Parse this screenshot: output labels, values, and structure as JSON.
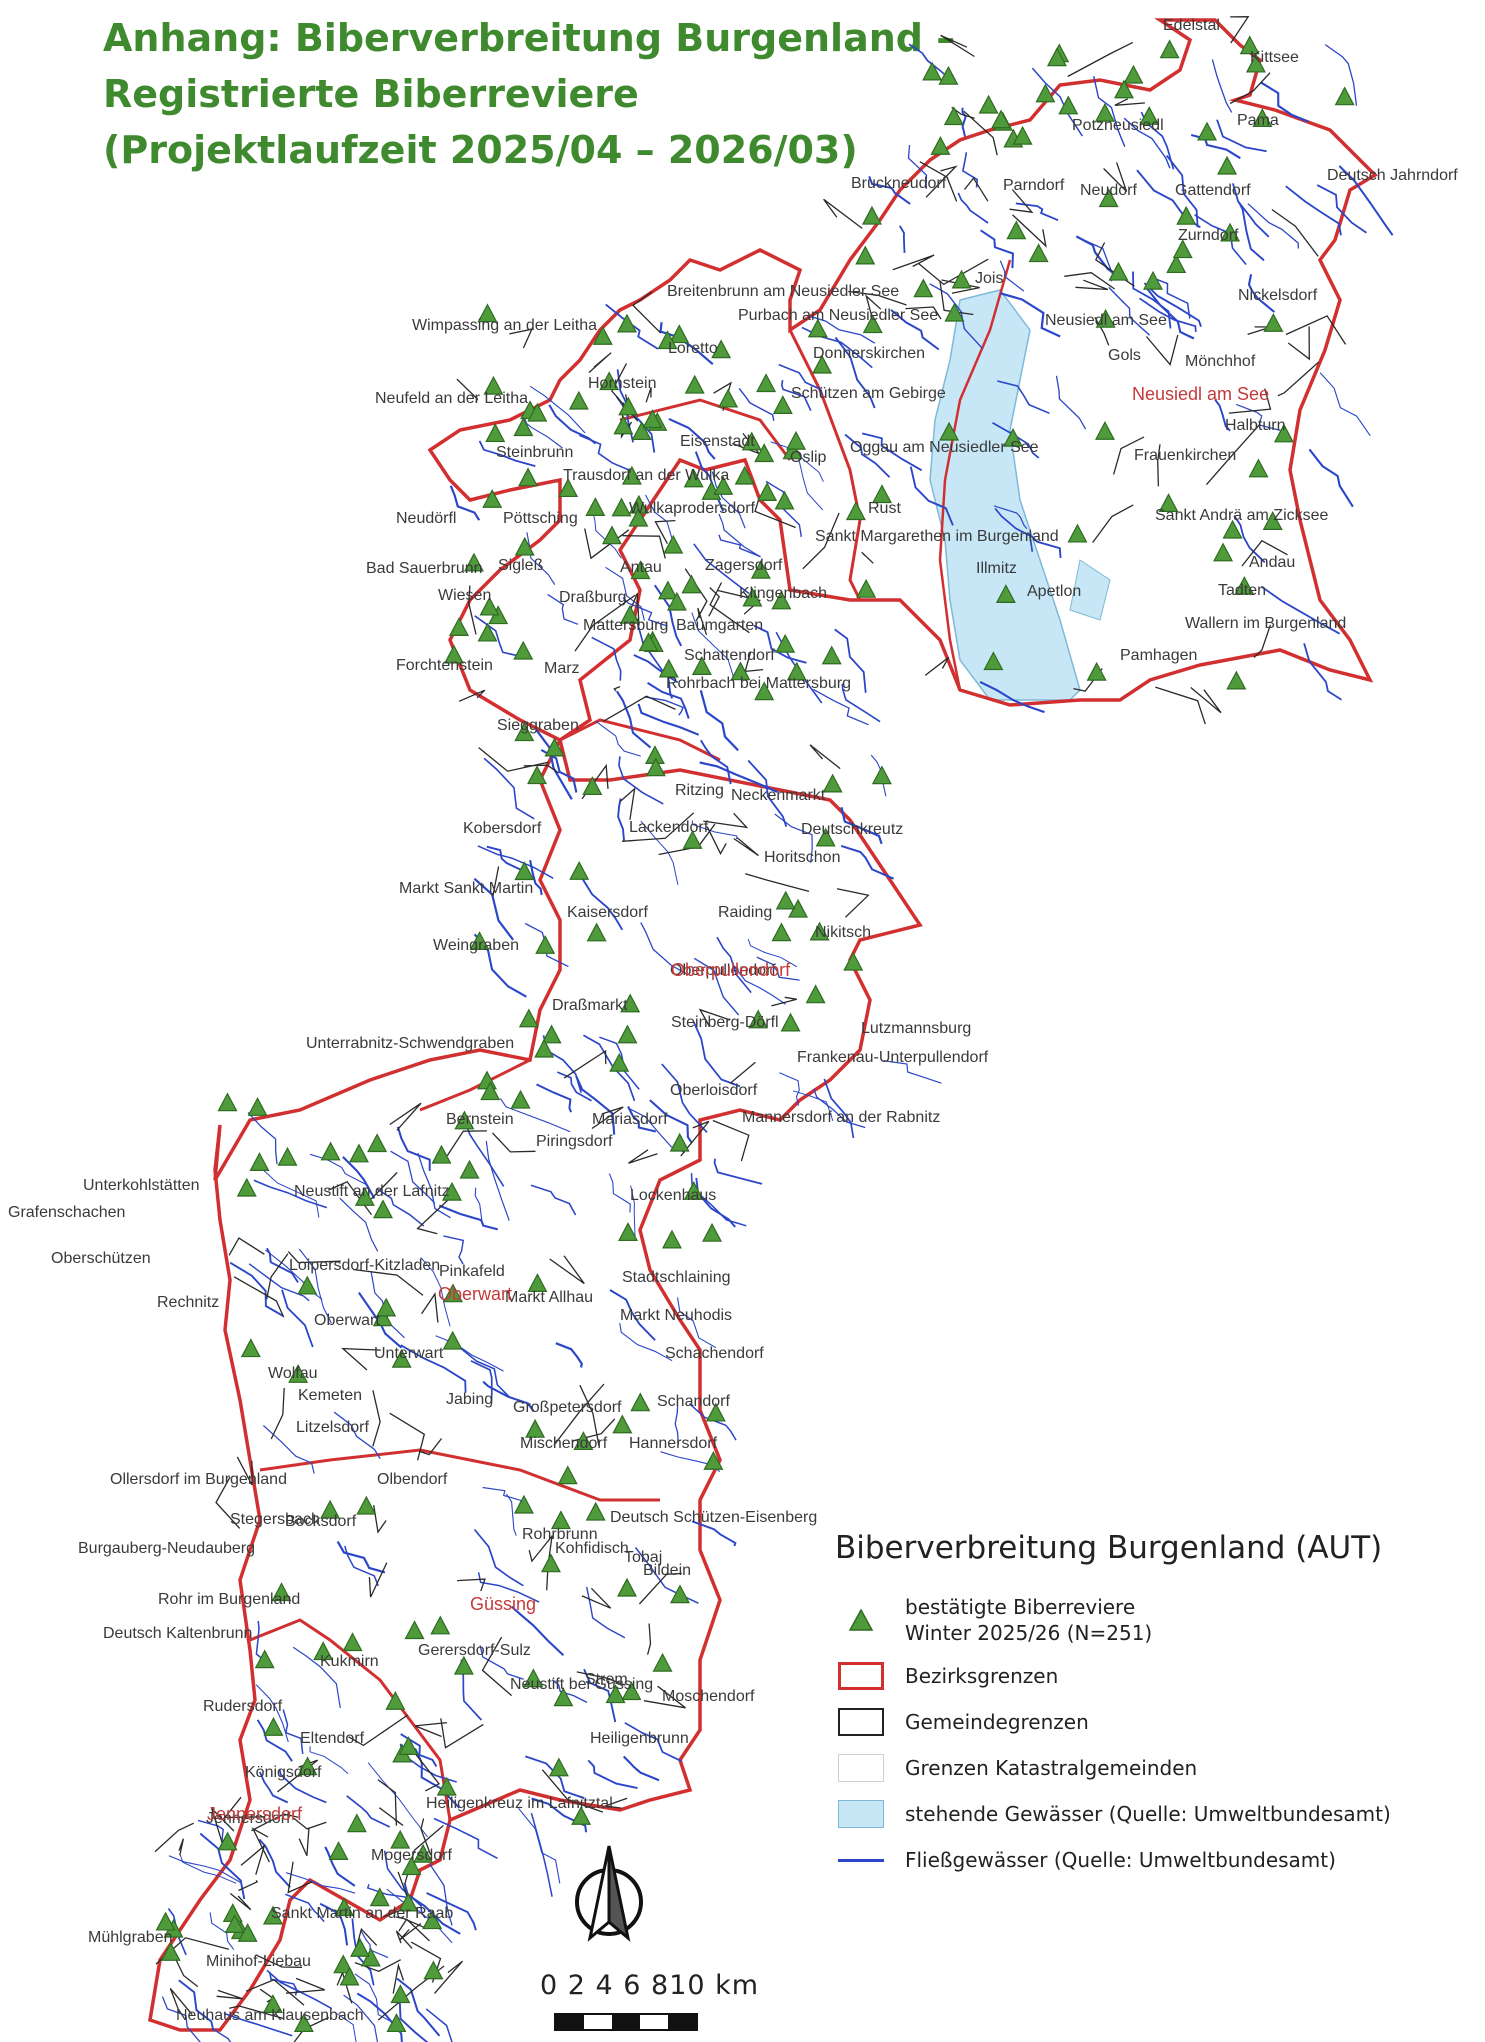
{
  "title": {
    "line1": "Anhang: Biberverbreitung Burgenland –",
    "line2": "Registrierte Biberreviere",
    "line3": "(Projektlaufzeit 2025/04 – 2026/03)"
  },
  "legend": {
    "title": "Biberverbreitung Burgenland (AUT)",
    "items": {
      "territories_line1": "bestätigte Biberreviere",
      "territories_line2": "Winter 2025/26 (N=251)",
      "district": "Bezirksgrenzen",
      "municipality": "Gemeindegrenzen",
      "cadastral": "Grenzen Katastralgemeinden",
      "standing_water": "stehende Gewässer (Quelle: Umweltbundesamt)",
      "rivers": "Fließgewässer (Quelle: Umweltbundesamt)"
    }
  },
  "scale": {
    "label": "0 2 4 6 810 km"
  },
  "colors": {
    "title": "#3f8a2e",
    "district_border": "#d23030",
    "municipality_border": "#222222",
    "river": "#2b46c8",
    "lake": "#c7e7f6",
    "territory_marker": "#4f9a3a"
  },
  "districts": [
    "Neusiedl am See",
    "Oberpullendorf",
    "Oberwart",
    "Güssing",
    "Jennersdorf"
  ],
  "places": [
    "Edelstal",
    "Kittsee",
    "Pama",
    "Potzneusiedl",
    "Deutsch Jahrndorf",
    "Bruckneudorf",
    "Parndorf",
    "Neudorf",
    "Gattendorf",
    "Zurndorf",
    "Nickelsdorf",
    "Jois",
    "Neusiedl am See",
    "Gols",
    "Mönchhof",
    "Halbturn",
    "Frauenkirchen",
    "Sankt Andrä am Zicksee",
    "Andau",
    "Tadten",
    "Wallern im Burgenland",
    "Pamhagen",
    "Apetlon",
    "Illmitz",
    "Sankt Margarethen im Burgenland",
    "Rust",
    "Oggau am Neusiedler See",
    "Oslip",
    "Schützen am Gebirge",
    "Donnerskirchen",
    "Purbach am Neusiedler See",
    "Breitenbrunn am Neusiedler See",
    "Wimpassing an der Leitha",
    "Loretto",
    "Hornstein",
    "Neufeld an der Leitha",
    "Eisenstadt",
    "Steinbrunn",
    "Trausdorf an der Wulka",
    "Wulkaprodersdorf",
    "Neudörfl",
    "Pöttsching",
    "Bad Sauerbrunn",
    "Sigleß",
    "Antau",
    "Zagersdorf",
    "Klingenbach",
    "Wiesen",
    "Draßburg",
    "Mattersburg",
    "Baumgarten",
    "Schattendorf",
    "Forchtenstein",
    "Marz",
    "Rohrbach bei Mattersburg",
    "Sieggraben",
    "Ritzing",
    "Neckenmarkt",
    "Deutschkreutz",
    "Kobersdorf",
    "Lackendorf",
    "Horitschon",
    "Markt Sankt Martin",
    "Kaisersdorf",
    "Raiding",
    "Nikitsch",
    "Weingraben",
    "Oberpullendorf",
    "Draßmarkt",
    "Steinberg-Dörfl",
    "Lutzmannsburg",
    "Frankenau-Unterpullendorf",
    "Unterrabnitz-Schwendgraben",
    "Oberloisdorf",
    "Mannersdorf an der Rabnitz",
    "Piringsdorf",
    "Bernstein",
    "Mariasdorf",
    "Lockenhaus",
    "Unterkohlstätten",
    "Grafenschachen",
    "Neustift an der Lafnitz",
    "Oberschützen",
    "Loipersdorf-Kitzladen",
    "Pinkafeld",
    "Stadtschlaining",
    "Rechnitz",
    "Markt Allhau",
    "Oberwart",
    "Markt Neuhodis",
    "Unterwart",
    "Schachendorf",
    "Wolfau",
    "Kemeten",
    "Jabing",
    "Großpetersdorf",
    "Schandorf",
    "Litzelsdorf",
    "Mischendorf",
    "Hannersdorf",
    "Ollersdorf im Burgenland",
    "Olbendorf",
    "Stegersbach",
    "Deutsch Schützen-Eisenberg",
    "Burgauberg-Neudauberg",
    "Rohrbrunn",
    "Bocksdorf",
    "Kohfidisch",
    "Tobaj",
    "Bildein",
    "Rohr im Burgenland",
    "Deutsch Kaltenbrunn",
    "Kukmirn",
    "Strem",
    "Gerersdorf-Sulz",
    "Rudersdorf",
    "Neustift bei Güssing",
    "Moschendorf",
    "Eltendorf",
    "Heiligenbrunn",
    "Königsdorf",
    "Heiligenkreuz im Lafnitztal",
    "Jennersdorf",
    "Mogersdorf",
    "Mühlgraben",
    "Sankt Martin an der Raab",
    "Minihof-Liebau",
    "Neuhaus am Klausenbach"
  ]
}
